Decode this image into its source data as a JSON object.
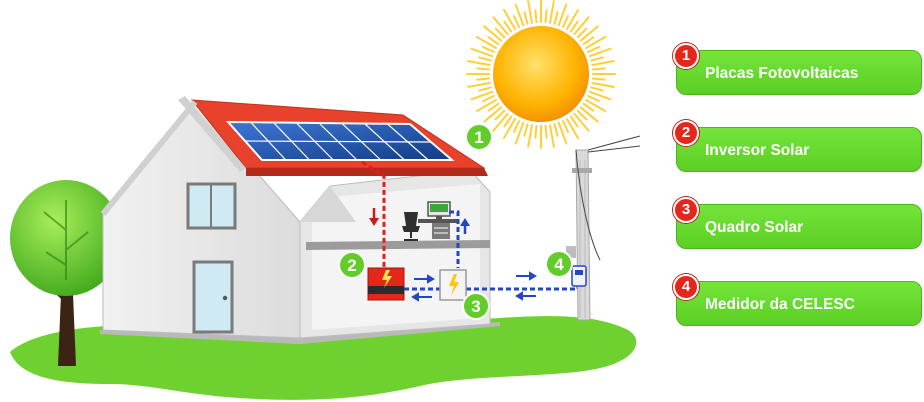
{
  "legend": [
    {
      "number": "1",
      "label": "Placas Fotovoltaicas"
    },
    {
      "number": "2",
      "label": "Inversor Solar"
    },
    {
      "number": "3",
      "label": "Quadro Solar"
    },
    {
      "number": "4",
      "label": "Medidor da CELESC"
    }
  ],
  "markers": [
    "1",
    "2",
    "3",
    "4"
  ],
  "colors": {
    "legend_green": "#5ccf24",
    "marker_green": "#62cc2a",
    "number_red": "#e5261b",
    "roof_red": "#e8412c",
    "panel_blue": "#1f4fa8",
    "dc_wire_red": "#e11d1d",
    "ac_wire_blue": "#2346c8",
    "grass": "#6fd12f",
    "sun": "#ffb000"
  }
}
